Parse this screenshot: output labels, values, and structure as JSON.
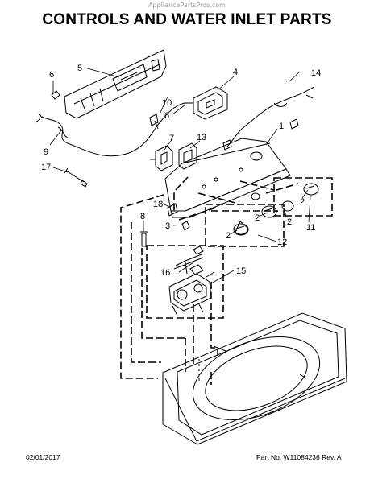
{
  "watermark": "AppliancePartsPros.com",
  "title": "CONTROLS AND WATER INLET PARTS",
  "callouts": {
    "n1": "1",
    "n2a": "2",
    "n2b": "2",
    "n2c": "2",
    "n2d": "2",
    "n3": "3",
    "n4": "4",
    "n5": "5",
    "n6a": "6",
    "n6b": "6",
    "n7": "7",
    "n8": "8",
    "n9": "9",
    "n10": "10",
    "n11": "11",
    "n12": "12",
    "n13": "13",
    "n14": "14",
    "n15": "15",
    "n16": "16",
    "n17": "17",
    "n18": "18"
  },
  "footer": {
    "date": "02/01/2017",
    "part_no": "Part No.  W11084236  Rev.  A"
  }
}
